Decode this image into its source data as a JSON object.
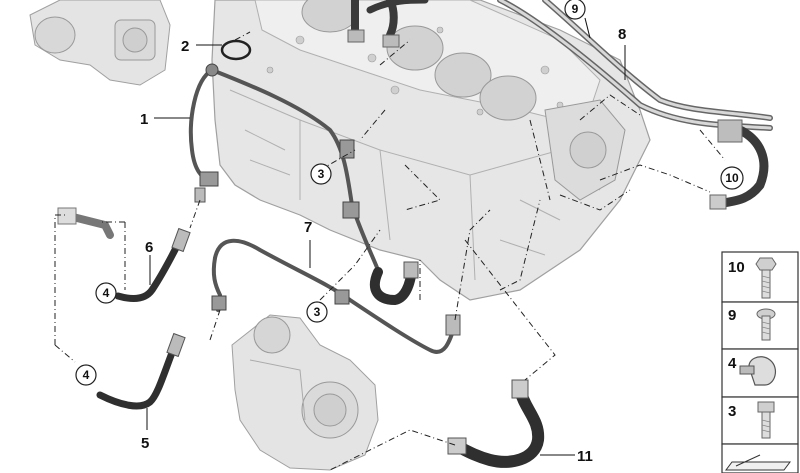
{
  "callouts": {
    "c1": "1",
    "c2": "2",
    "c5": "5",
    "c6": "6",
    "c7": "7",
    "c8": "8",
    "c11": "11"
  },
  "circled": {
    "r9": "9",
    "r3a": "3",
    "r3b": "3",
    "r10": "10",
    "r4a": "4",
    "r4b": "4"
  },
  "parts_panel": {
    "items": [
      {
        "label": "10",
        "icon": "bolt-long-icon"
      },
      {
        "label": "9",
        "icon": "screw-icon"
      },
      {
        "label": "4",
        "icon": "clamp-icon"
      },
      {
        "label": "3",
        "icon": "bolt-short-icon"
      }
    ]
  },
  "colors": {
    "engine_fill": "#e6e6e6",
    "engine_stroke": "#9a9a9a",
    "hose": "#555555",
    "hose_dark": "#2f2f2f",
    "dash": "#222222"
  }
}
